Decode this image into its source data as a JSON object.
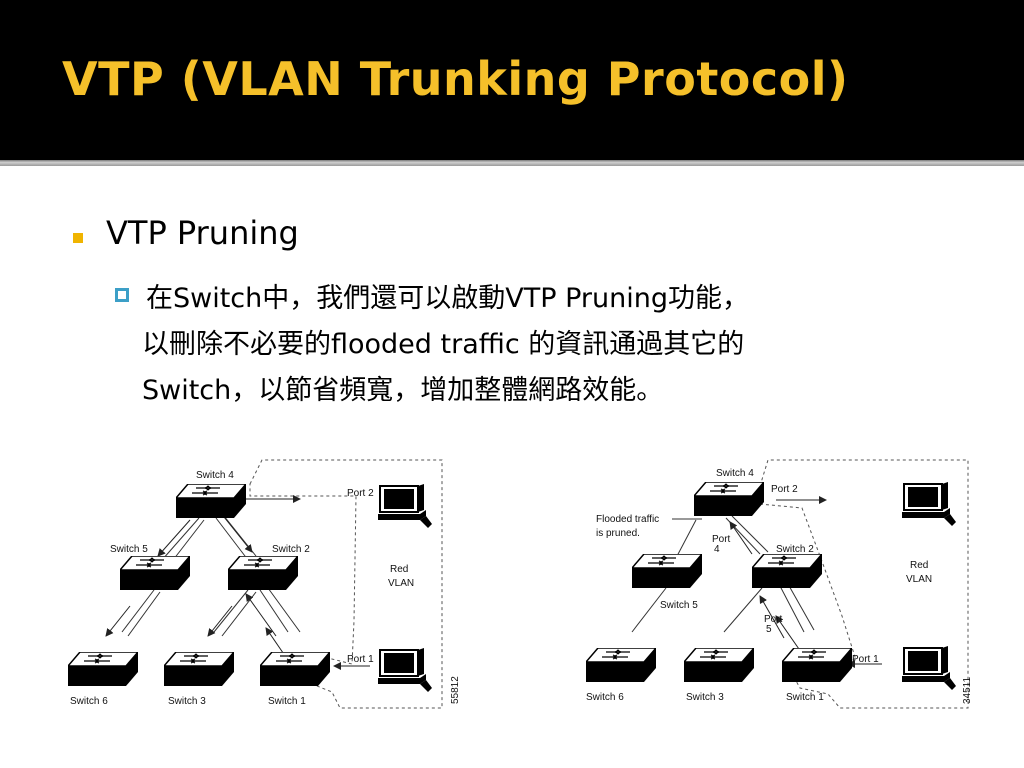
{
  "slide": {
    "title": "VTP (VLAN Trunking Protocol)",
    "bullet_1": "VTP Pruning",
    "bullet_2_lines": [
      "在Switch中，我們還可以啟動VTP Pruning功能，",
      "以刪除不必要的flooded  traffic  的資訊通過其它的",
      "Switch，以節省頻寬，增加整體網路效能。"
    ]
  },
  "diagram_left": {
    "switch_4": "Switch 4",
    "switch_5": "Switch 5",
    "switch_2": "Switch 2",
    "switch_6": "Switch 6",
    "switch_3": "Switch 3",
    "switch_1": "Switch 1",
    "port_2": "Port 2",
    "port_1": "Port 1",
    "red": "Red",
    "vlan": "VLAN",
    "fig_id": "55812"
  },
  "diagram_right": {
    "switch_4": "Switch 4",
    "switch_5": "Switch 5",
    "switch_2": "Switch 2",
    "switch_6": "Switch 6",
    "switch_3": "Switch 3",
    "switch_1": "Switch 1",
    "port_2": "Port 2",
    "port_1": "Port 1",
    "port_4_a": "Port",
    "port_4_b": "4",
    "port_5_a": "Port",
    "port_5_b": "5",
    "flooded_a": "Flooded traffic",
    "flooded_b": "is pruned.",
    "red": "Red",
    "vlan": "VLAN",
    "fig_id": "34511"
  }
}
